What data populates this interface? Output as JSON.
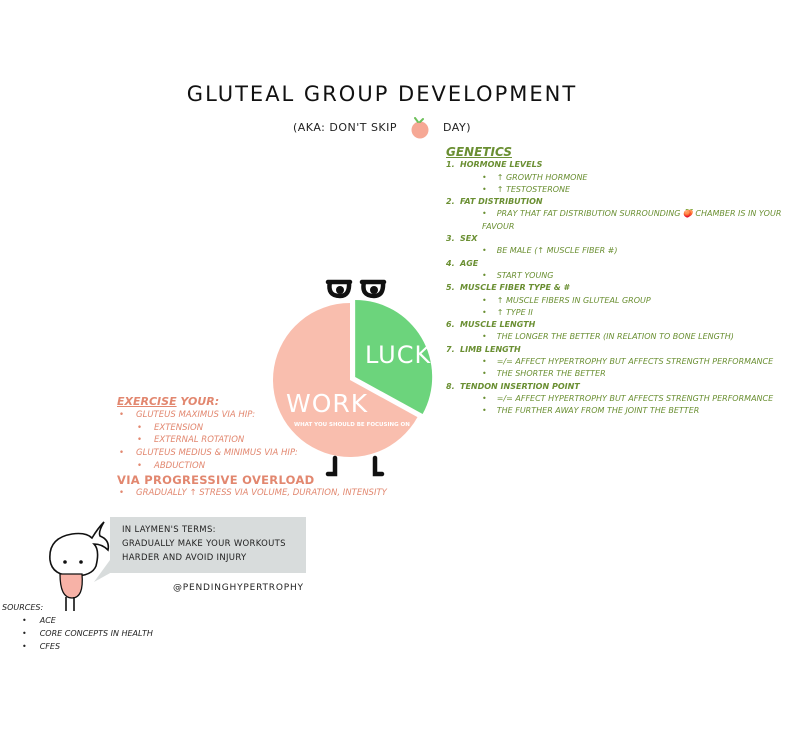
{
  "header": {
    "title": "GLUTEAL GROUP DEVELOPMENT",
    "subtitle_before": "(AKA: DON'T SKIP",
    "subtitle_icon": "peach-icon",
    "subtitle_after": "DAY)"
  },
  "chart_data": {
    "type": "pie",
    "title": "",
    "slices": [
      {
        "label": "LUCK",
        "value": 33,
        "color": "#6cd47c",
        "sublabel": ""
      },
      {
        "label": "WORK",
        "value": 67,
        "color": "#f9beae",
        "sublabel": "WHAT YOU SHOULD BE FOCUSING ON"
      }
    ],
    "start_angle": "12 o'clock",
    "direction": "clockwise",
    "exploded": "LUCK"
  },
  "genetics": {
    "heading": "GENETICS",
    "color": "#6a8f32",
    "items": [
      {
        "num": "1.",
        "label": "HORMONE LEVELS",
        "subs": [
          "↑ GROWTH HORMONE",
          "↑ TESTOSTERONE"
        ]
      },
      {
        "num": "2.",
        "label": "FAT DISTRIBUTION",
        "subs": [
          "PRAY THAT FAT DISTRIBUTION SURROUNDING 🍑 CHAMBER IS IN YOUR FAVOUR"
        ]
      },
      {
        "num": "3.",
        "label": "SEX",
        "subs": [
          "BE MALE (↑ MUSCLE FIBER #)"
        ]
      },
      {
        "num": "4.",
        "label": "AGE",
        "subs": [
          "START YOUNG"
        ]
      },
      {
        "num": "5.",
        "label": "MUSCLE FIBER TYPE & #",
        "subs": [
          "↑ MUSCLE FIBERS IN GLUTEAL GROUP",
          "↑ TYPE II"
        ]
      },
      {
        "num": "6.",
        "label": "MUSCLE LENGTH",
        "subs": [
          "THE LONGER THE BETTER (IN RELATION TO BONE LENGTH)"
        ]
      },
      {
        "num": "7.",
        "label": "LIMB LENGTH",
        "subs": [
          "=/= AFFECT HYPERTROPHY BUT AFFECTS STRENGTH PERFORMANCE",
          "THE SHORTER THE BETTER"
        ]
      },
      {
        "num": "8.",
        "label": "TENDON INSERTION POINT",
        "subs": [
          "=/= AFFECT HYPERTROPHY BUT AFFECTS STRENGTH PERFORMANCE",
          "THE FURTHER AWAY FROM THE JOINT THE BETTER"
        ]
      }
    ]
  },
  "exercise": {
    "heading_underlined": "EXERCISE",
    "heading_rest": " YOUR:",
    "color": "#e2876f",
    "groups": [
      {
        "label": "GLUTEUS MAXIMUS VIA HIP:",
        "subs": [
          "EXTENSION",
          "EXTERNAL ROTATION"
        ]
      },
      {
        "label": "GLUTEUS MEDIUS & MINIMUS VIA HIP:",
        "subs": [
          "ABDUCTION"
        ]
      }
    ],
    "overload_heading": "VIA PROGRESSIVE OVERLOAD",
    "overload_items": [
      "GRADUALLY ↑ STRESS VIA VOLUME, DURATION, INTENSITY"
    ]
  },
  "bubble": {
    "lines": [
      "IN LAYMEN'S TERMS:",
      "GRADUALLY MAKE YOUR WORKOUTS",
      "HARDER AND AVOID INJURY"
    ]
  },
  "handle": "@PENDINGHYPERTROPHY",
  "sources": {
    "heading": "SOURCES:",
    "items": [
      "ACE",
      "CORE CONCEPTS IN HEALTH",
      "CFES"
    ]
  }
}
